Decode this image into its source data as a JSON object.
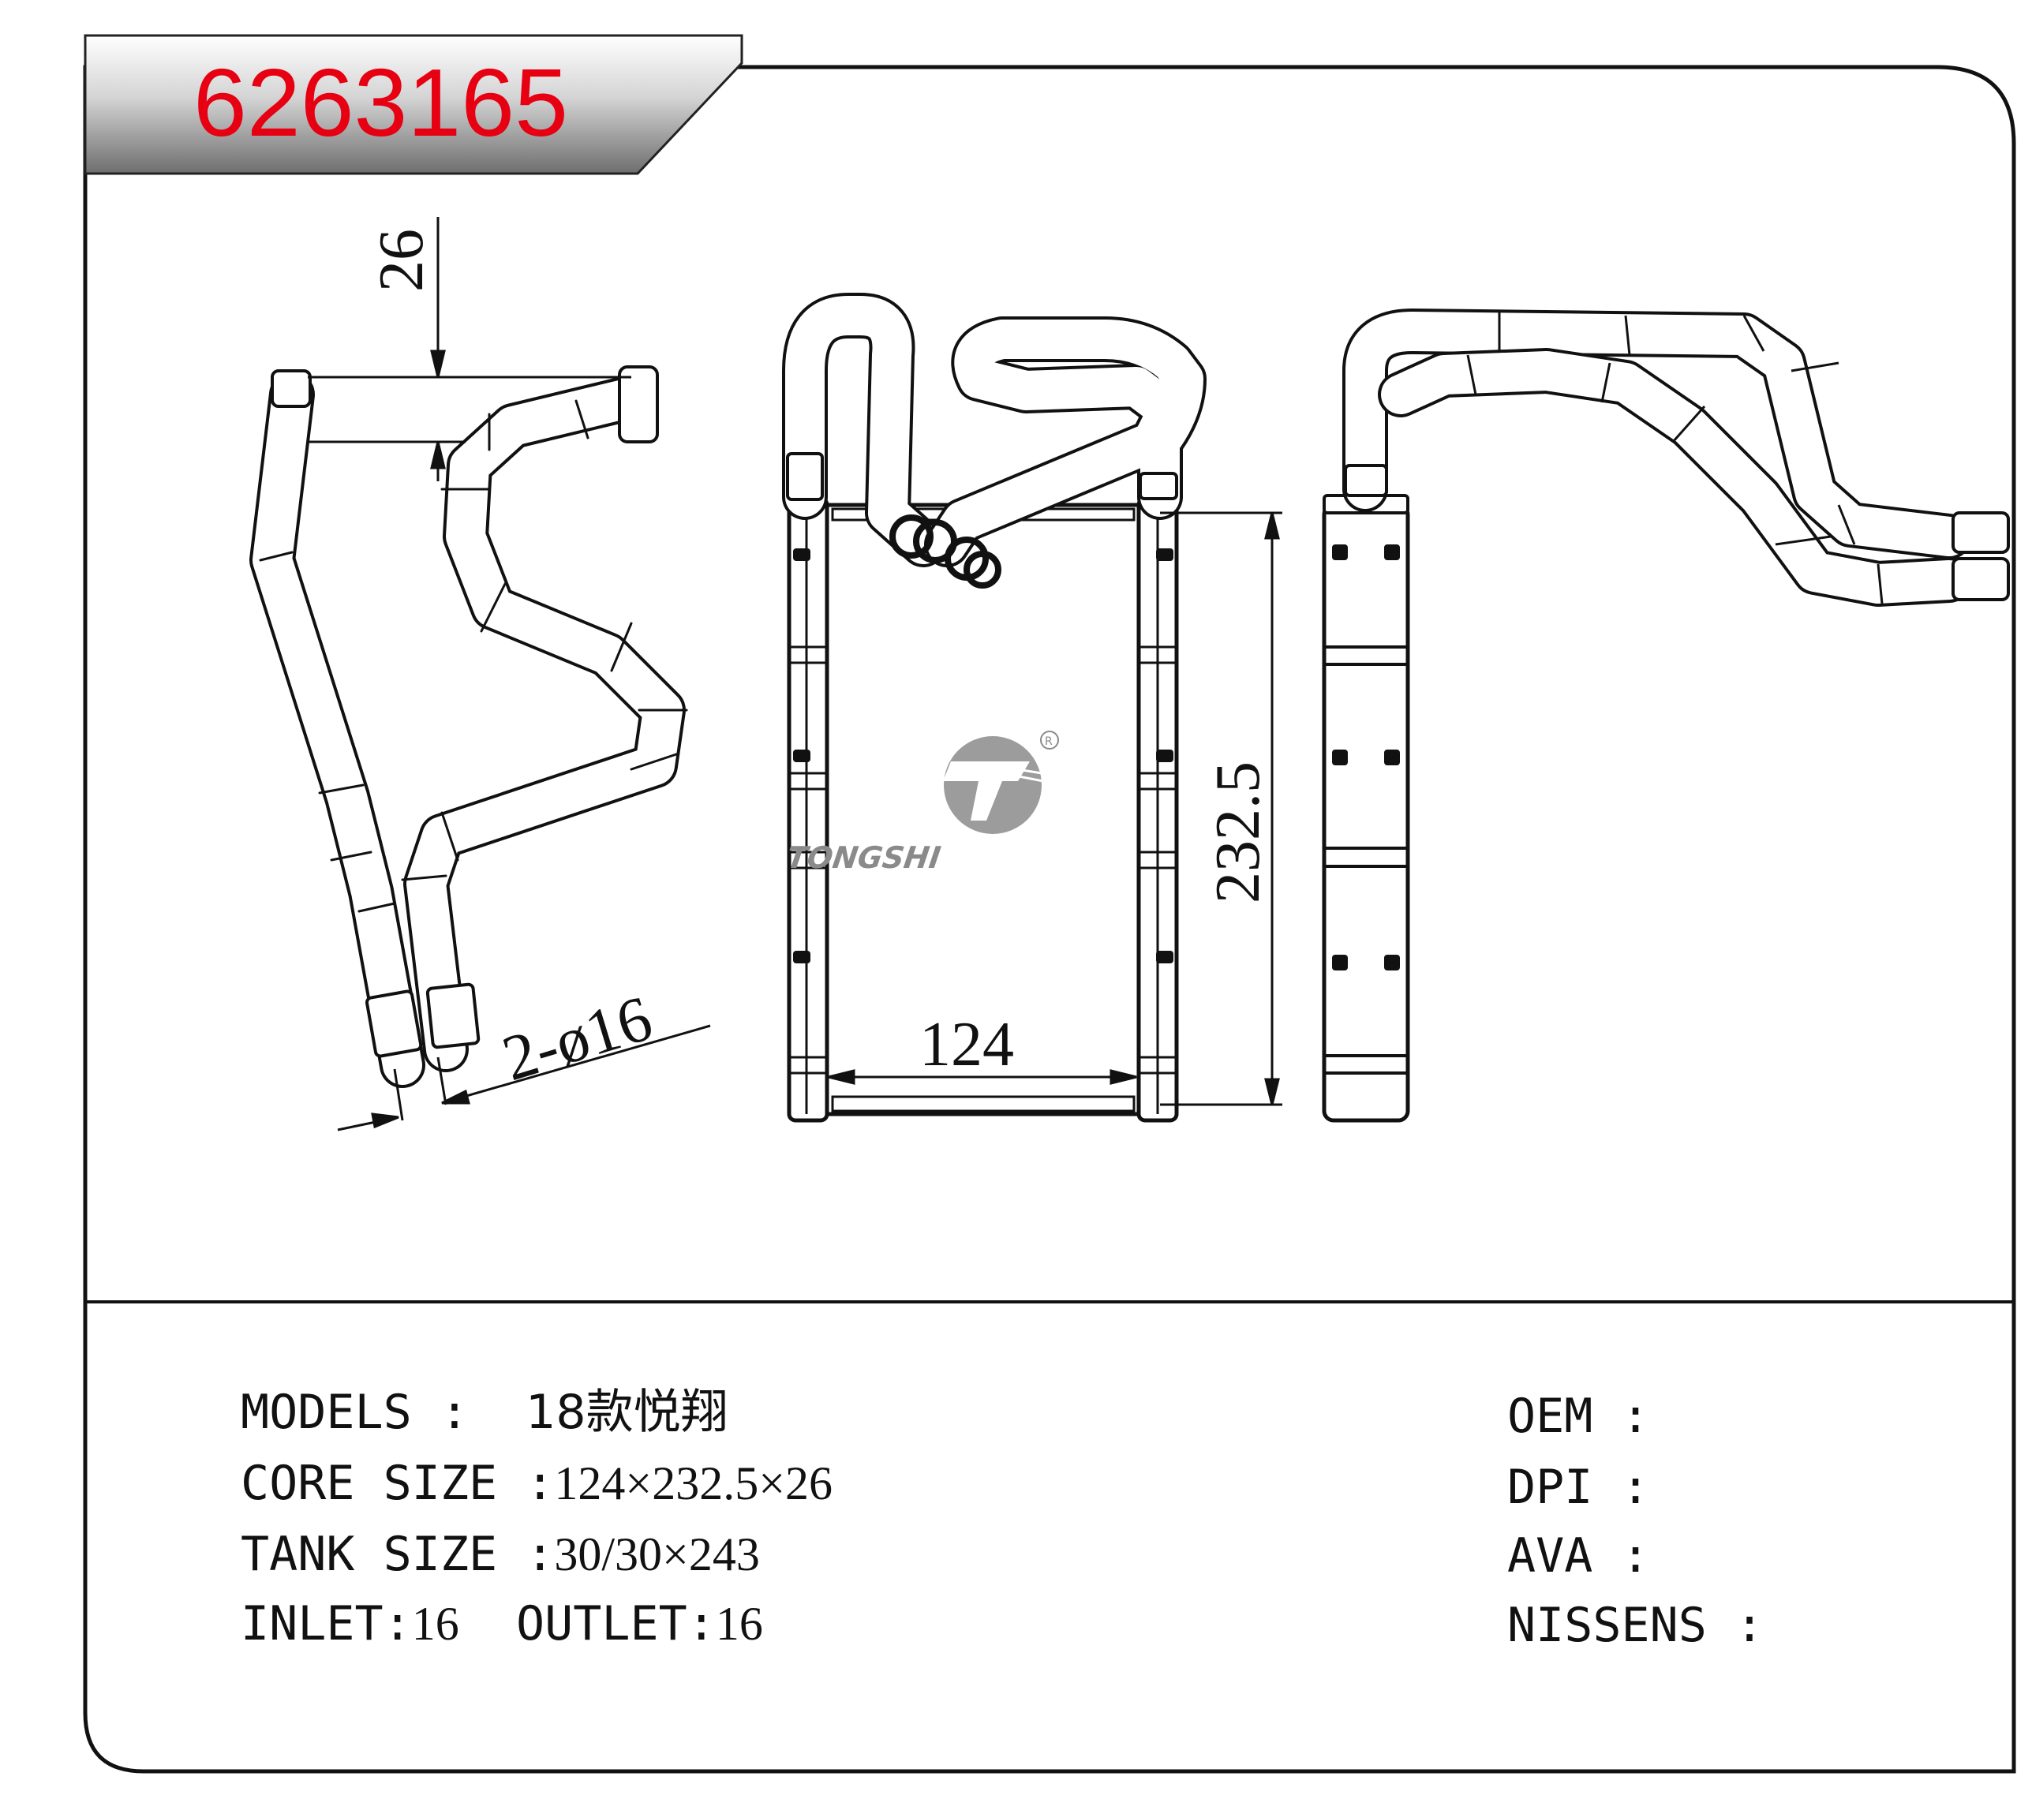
{
  "header": {
    "part_number": "6263165",
    "part_number_color": "#e60012"
  },
  "dimensions": {
    "depth": "26",
    "pipe_diameter": "2-ø16",
    "width": "124",
    "height": "232.5"
  },
  "logo": {
    "brand": "TONGSHI",
    "registered_mark": "R"
  },
  "specs": {
    "models_label": "MODELS :",
    "models_value": "18款悦翔",
    "core_label": "CORE SIZE :",
    "core_value": "124×232.5×26",
    "tank_label": "TANK SIZE :",
    "tank_value": "30/30×243",
    "inlet_label": "INLET:",
    "inlet_value": "16",
    "outlet_label": "OUTLET:",
    "outlet_value": "16"
  },
  "cross_refs": {
    "oem_label": "OEM :",
    "dpi_label": "DPI :",
    "ava_label": "AVA :",
    "nissens_label": "NISSENS :"
  }
}
